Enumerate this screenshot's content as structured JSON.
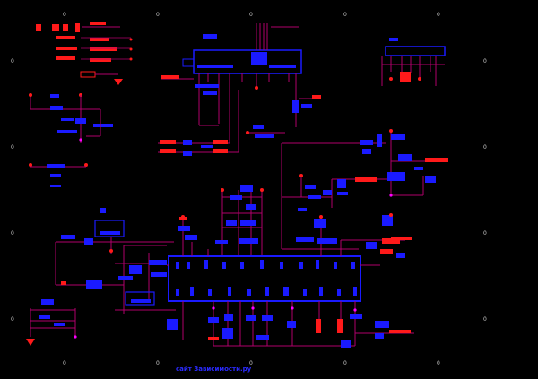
{
  "border": {
    "columns": [
      "0",
      "0",
      "0",
      "0",
      "0"
    ],
    "rows": [
      "0",
      "0",
      "0",
      "0"
    ]
  },
  "footer_text": "сайт Зависимости.ру",
  "colors": {
    "background": "#000000",
    "wire": "#b0006a",
    "component": "#1a1aff",
    "highlight": "#ff1a1a",
    "junction": "#ff00ff"
  }
}
